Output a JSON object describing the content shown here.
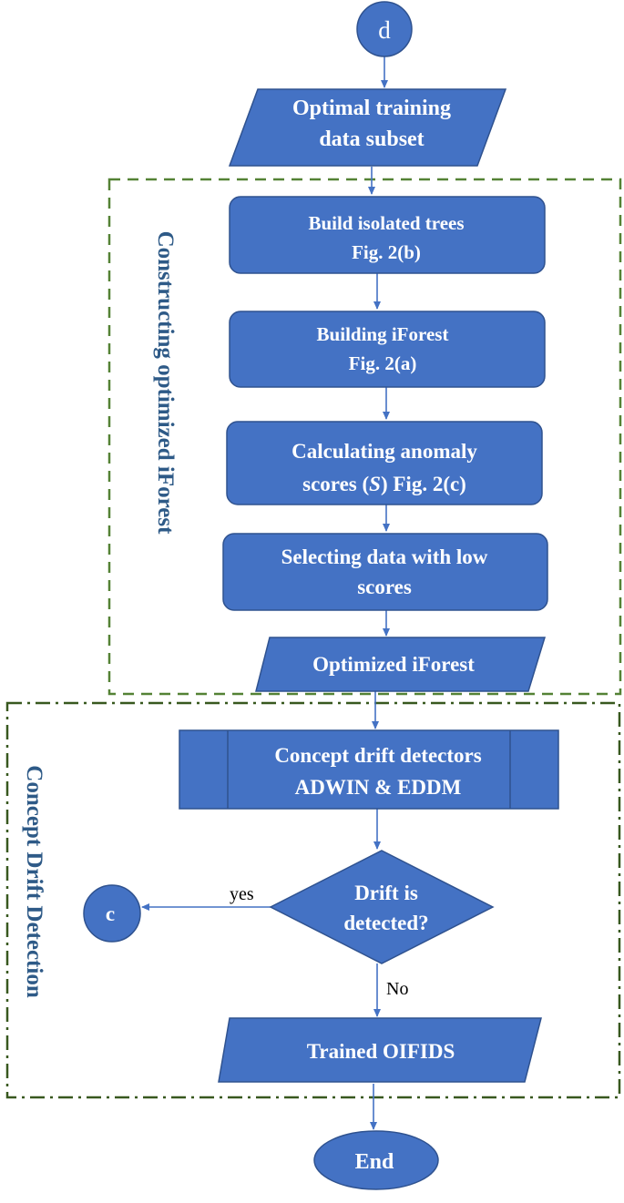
{
  "colors": {
    "node_fill": "#4472c4",
    "node_stroke": "#2f528f",
    "arrow": "#4472c4",
    "group_border": "#548235",
    "group_label": "#2e5a87",
    "node_text": "#ffffff"
  },
  "nodes": {
    "start": "d",
    "optimal_subset": [
      "Optimal training",
      "data subset"
    ],
    "build_trees": [
      "Build isolated trees",
      "Fig. 2(b)"
    ],
    "build_iforest": [
      "Building iForest",
      "Fig. 2(a)"
    ],
    "calc_scores": {
      "line1": "Calculating anomaly",
      "line2_prefix": "scores (",
      "line2_italic": "S",
      "line2_suffix": ") Fig. 2(c)"
    },
    "select_low": [
      "Selecting data with low",
      "scores"
    ],
    "optimized_iforest": "Optimized iForest",
    "drift_detectors": [
      "Concept drift detectors",
      "ADWIN & EDDM"
    ],
    "drift_decision": [
      "Drift is",
      "detected?"
    ],
    "connector_c": "c",
    "trained": "Trained OIFIDS",
    "end": "End"
  },
  "groups": {
    "iforest_label": "Constructing optimized iForest",
    "drift_label": "Concept Drift Detection"
  },
  "edge_labels": {
    "yes": "yes",
    "no": "No"
  }
}
